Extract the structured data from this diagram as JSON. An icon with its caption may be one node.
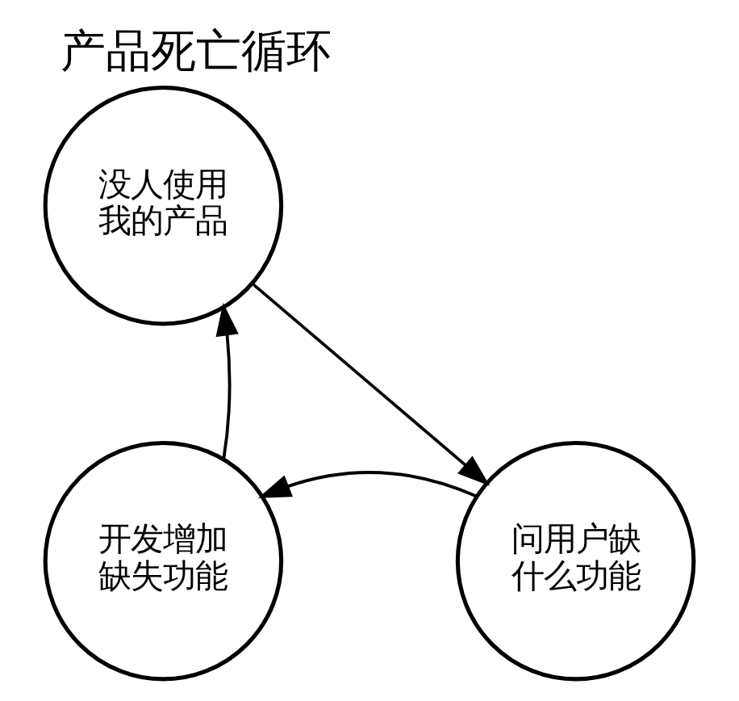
{
  "diagram": {
    "title": "产品死亡循环",
    "nodes": [
      {
        "text": [
          "没人使用我的产品"
        ]
      },
      {
        "text": [
          "问用户缺什么功能"
        ]
      },
      {
        "text": [
          "开发增加缺失功能"
        ]
      }
    ],
    "edges": [
      {
        "from": 0,
        "to": 1,
        "arrow": "to"
      },
      {
        "from": 1,
        "to": 2,
        "arrow": "to"
      },
      {
        "from": 2,
        "to": 0,
        "arrow": "to"
      }
    ]
  }
}
